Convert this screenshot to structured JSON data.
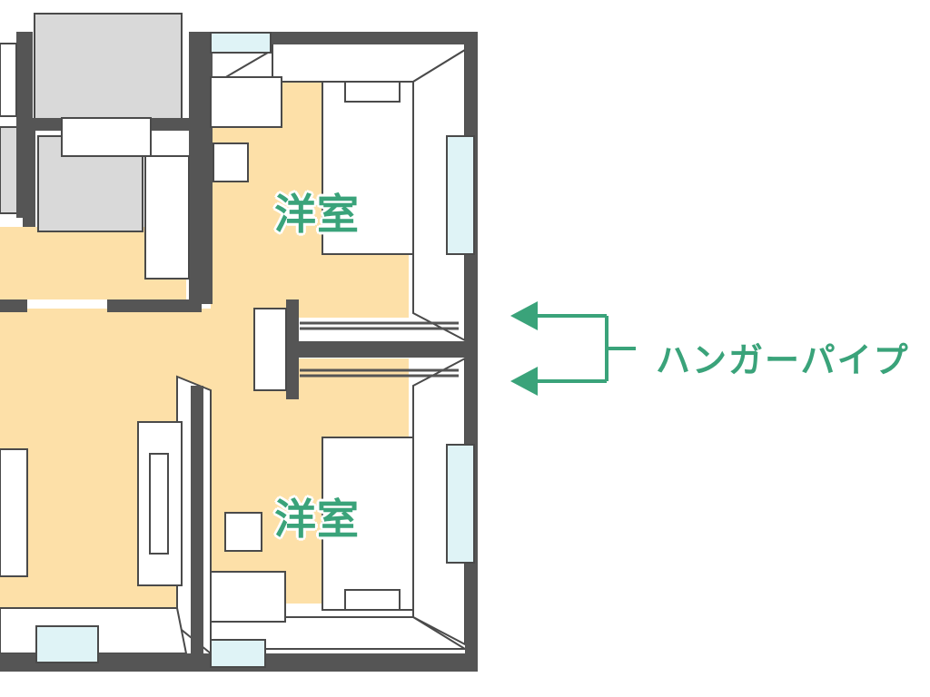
{
  "rooms": [
    {
      "label": "洋室"
    },
    {
      "label": "洋室"
    }
  ],
  "annotation": {
    "label": "ハンガーパイプ"
  },
  "colors": {
    "floor": "#fde0a8",
    "wall": "#555555",
    "furniture": "#ffffff",
    "furniture_stroke": "#4a4a4a",
    "tile": "#d9d9d9",
    "window": "#dff3f6",
    "accent": "#3aa37a"
  }
}
